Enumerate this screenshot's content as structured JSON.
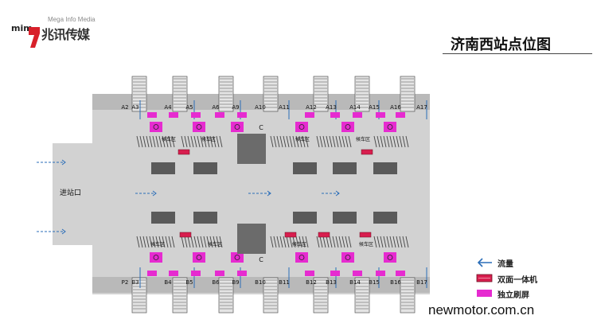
{
  "logo": {
    "mark": "mim",
    "english": "Mega Info Media",
    "chinese": "兆讯传媒"
  },
  "title": "济南西站点位图",
  "watermark": "newmotor.com.cn",
  "entrance_label": "进站口",
  "legend": {
    "flow": "流量",
    "double_sided": "双面一体机",
    "standalone": "独立刷屏"
  },
  "gates_top": [
    "A2",
    "A3",
    "A4",
    "A5",
    "A6",
    "A9",
    "A10",
    "A11",
    "A12",
    "A13",
    "A14",
    "A15",
    "A16",
    "A17"
  ],
  "gates_bottom": [
    "P2",
    "B3",
    "B4",
    "B5",
    "B6",
    "B9",
    "B10",
    "B11",
    "B12",
    "B13",
    "B14",
    "B15",
    "B16",
    "B17"
  ],
  "pillar_label": "C",
  "waiting_area_label": "候车区",
  "colors": {
    "hall": "#d2d2d2",
    "strip": "#b9b9b9",
    "pink": "#e62bd0",
    "red": "#d81e4e",
    "flow": "#2a6db8"
  }
}
